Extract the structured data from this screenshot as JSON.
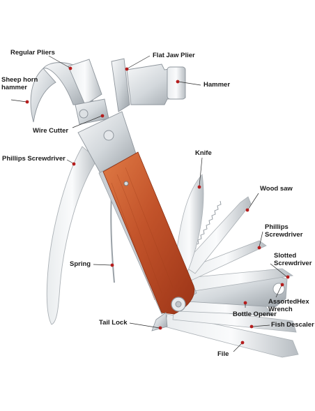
{
  "labels": {
    "regular_pliers": "Regular Pliers",
    "flat_jaw_plier": "Flat Jaw Plier",
    "sheep_horn_hammer_l1": "Sheep horn",
    "sheep_horn_hammer_l2": "hammer",
    "hammer": "Hammer",
    "wire_cutter": "Wire Cutter",
    "phillips_screwdriver_left": "Phillips Screwdriver",
    "knife": "Knife",
    "wood_saw": "Wood saw",
    "phillips_screwdriver_right_l1": "Phillips",
    "phillips_screwdriver_right_l2": "Screwdriver",
    "slotted_screwdriver_l1": "Slotted",
    "slotted_screwdriver_l2": "Screwdriver",
    "spring": "Spring",
    "assorted_hex_wrench_l1": "AssortedHex",
    "assorted_hex_wrench_l2": "Wrench",
    "bottle_opener": "Bottle Opener",
    "tail_lock": "Tail Lock",
    "fish_descaler": "Fish Descaler",
    "file": "File"
  },
  "colors": {
    "text": "#1a1a1a",
    "leader_dot": "#b51d1d",
    "steel_light": "#eef0f2",
    "steel_mid": "#c9ced3",
    "steel_dark": "#8e959c",
    "wood_light": "#d9703f",
    "wood_dark": "#a5391a",
    "background": "#ffffff"
  }
}
